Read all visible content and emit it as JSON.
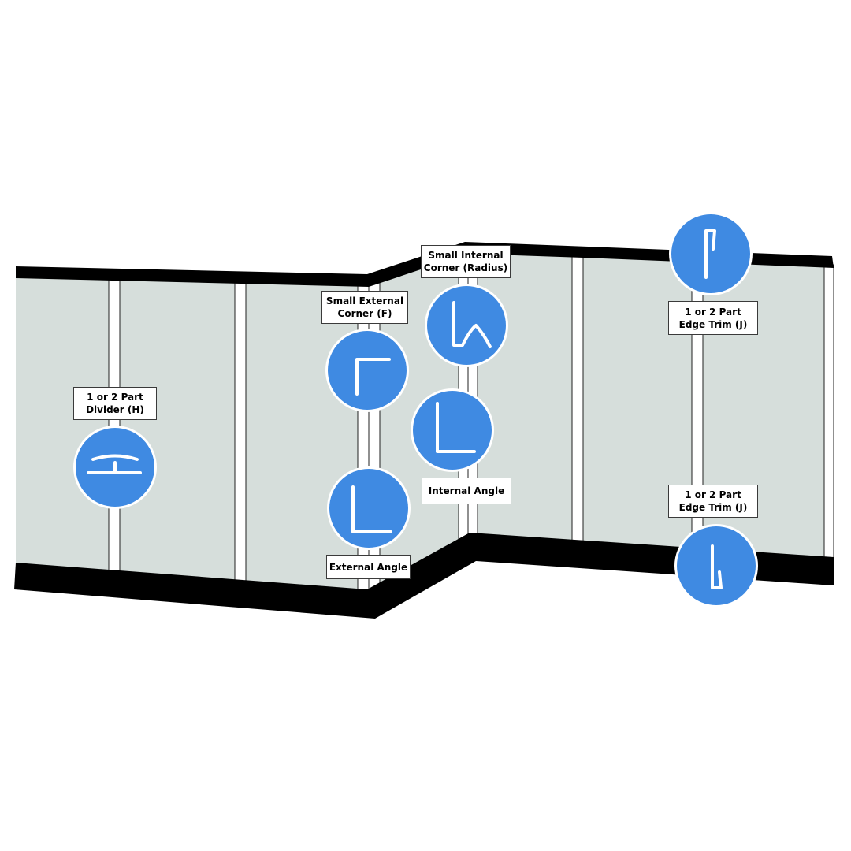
{
  "colors": {
    "wall": "#d6dedb",
    "trim": "#000000",
    "strip": "#ffffff",
    "badge": "#3f8ae2",
    "badge_ring": "#ffffff",
    "icon": "#ffffff"
  },
  "profiles": [
    {
      "id": "divider",
      "icon": "divider-h-icon",
      "label": "1 or 2 Part\nDivider (H)"
    },
    {
      "id": "small-external-corner",
      "icon": "small-external-corner-f-icon",
      "label": "Small External\nCorner (F)"
    },
    {
      "id": "external-angle",
      "icon": "external-angle-icon",
      "label": "External Angle"
    },
    {
      "id": "small-internal-corner",
      "icon": "small-internal-corner-radius-icon",
      "label": "Small Internal\nCorner (Radius)"
    },
    {
      "id": "internal-angle",
      "icon": "internal-angle-icon",
      "label": "Internal Angle"
    },
    {
      "id": "edge-trim-top",
      "icon": "edge-trim-j-top-icon",
      "label": "1 or 2 Part\nEdge Trim (J)"
    },
    {
      "id": "edge-trim-bottom",
      "icon": "edge-trim-j-bottom-icon",
      "label": "1 or 2 Part\nEdge Trim (J)"
    }
  ]
}
